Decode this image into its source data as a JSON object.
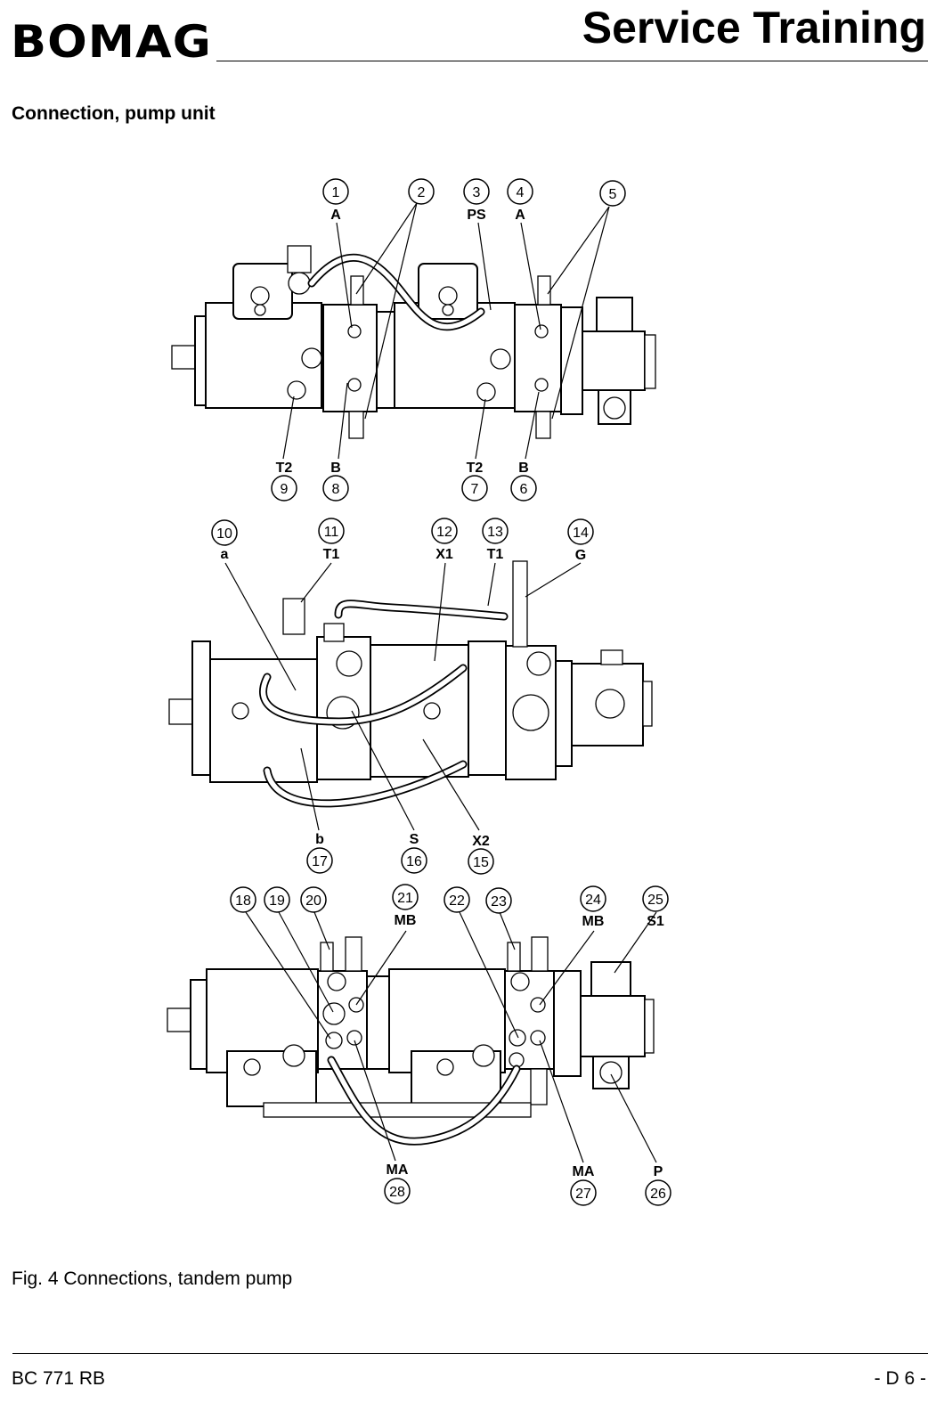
{
  "header": {
    "logo": "BOMAG",
    "title": "Service Training"
  },
  "section_title": "Connection, pump unit",
  "figure": {
    "caption": "Fig. 4 Connections, tandem pump",
    "callouts": [
      {
        "num": "1",
        "port": "A"
      },
      {
        "num": "2",
        "port": ""
      },
      {
        "num": "3",
        "port": "PS"
      },
      {
        "num": "4",
        "port": "A"
      },
      {
        "num": "5",
        "port": ""
      },
      {
        "num": "6",
        "port": "B"
      },
      {
        "num": "7",
        "port": "T2"
      },
      {
        "num": "8",
        "port": "B"
      },
      {
        "num": "9",
        "port": "T2"
      },
      {
        "num": "10",
        "port": "a"
      },
      {
        "num": "11",
        "port": "T1"
      },
      {
        "num": "12",
        "port": "X1"
      },
      {
        "num": "13",
        "port": "T1"
      },
      {
        "num": "14",
        "port": "G"
      },
      {
        "num": "15",
        "port": "X2"
      },
      {
        "num": "16",
        "port": "S"
      },
      {
        "num": "17",
        "port": "b"
      },
      {
        "num": "18",
        "port": ""
      },
      {
        "num": "19",
        "port": ""
      },
      {
        "num": "20",
        "port": ""
      },
      {
        "num": "21",
        "port": "MB"
      },
      {
        "num": "22",
        "port": ""
      },
      {
        "num": "23",
        "port": ""
      },
      {
        "num": "24",
        "port": "MB"
      },
      {
        "num": "25",
        "port": "S1"
      },
      {
        "num": "26",
        "port": "P"
      },
      {
        "num": "27",
        "port": "MA"
      },
      {
        "num": "28",
        "port": "MA"
      }
    ]
  },
  "footer": {
    "model": "BC 771 RB",
    "page": "- D 6 -"
  }
}
